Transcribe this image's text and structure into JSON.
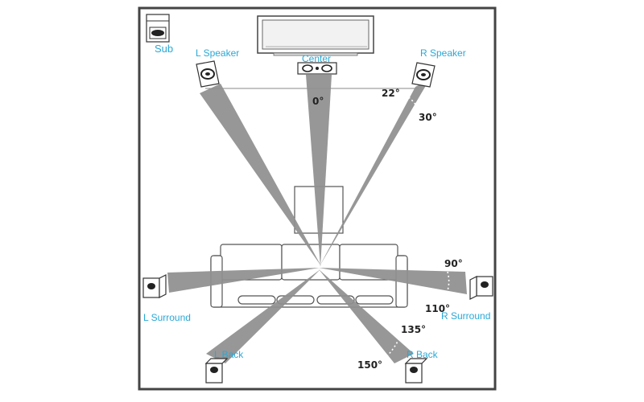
{
  "colors": {
    "label": "#29a8d6",
    "beam": "#8f8f8f",
    "frame": "#444444",
    "angle_text": "#222222"
  },
  "speakers": {
    "sub": "Sub",
    "left": "L Speaker",
    "center": "Center",
    "right": "R Speaker",
    "left_surround": "L Surround",
    "right_surround": "R Surround",
    "left_back": "L Back",
    "right_back": "R Back"
  },
  "angles": {
    "a0": "0°",
    "a22": "22°",
    "a30": "30°",
    "a90": "90°",
    "a110": "110°",
    "a135": "135°",
    "a150": "150°"
  },
  "icons": [
    "subwoofer-icon",
    "speaker-icon",
    "tv-icon",
    "sofa-icon",
    "table-icon"
  ]
}
